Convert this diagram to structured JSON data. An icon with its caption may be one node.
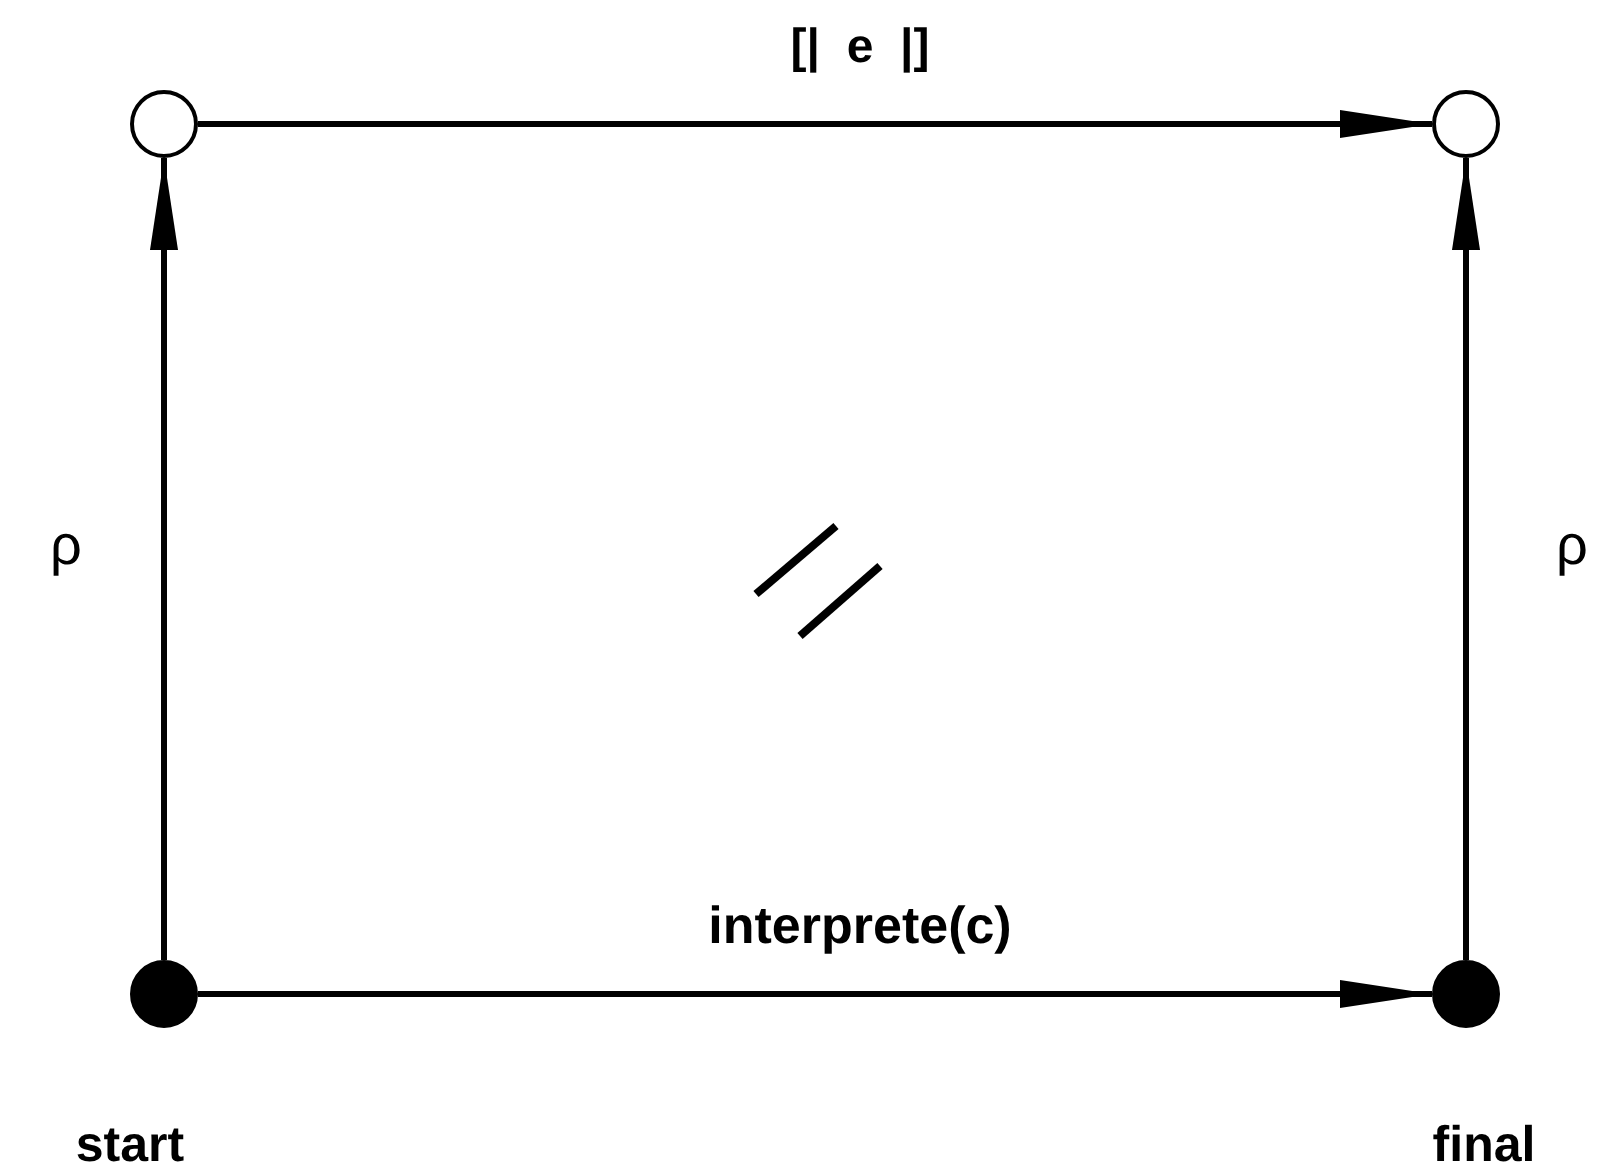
{
  "diagram": {
    "nodes": [
      {
        "text": [],
        "shape": "circle"
      },
      {
        "text": [],
        "shape": "circle"
      },
      {
        "text": [],
        "shape": "circle",
        "beside": [
          "start"
        ]
      },
      {
        "text": [],
        "shape": "circle",
        "beside": [
          "final"
        ]
      }
    ],
    "edges": [
      {
        "from": 0,
        "to": 1,
        "arrow": "to",
        "label": "[|  e  |]"
      },
      {
        "from": 2,
        "to": 0,
        "arrow": "to",
        "label": "ρ"
      },
      {
        "from": 3,
        "to": 1,
        "arrow": "to",
        "label": "ρ"
      },
      {
        "from": 2,
        "to": 3,
        "arrow": "to",
        "label": "interprete(c)"
      }
    ]
  }
}
